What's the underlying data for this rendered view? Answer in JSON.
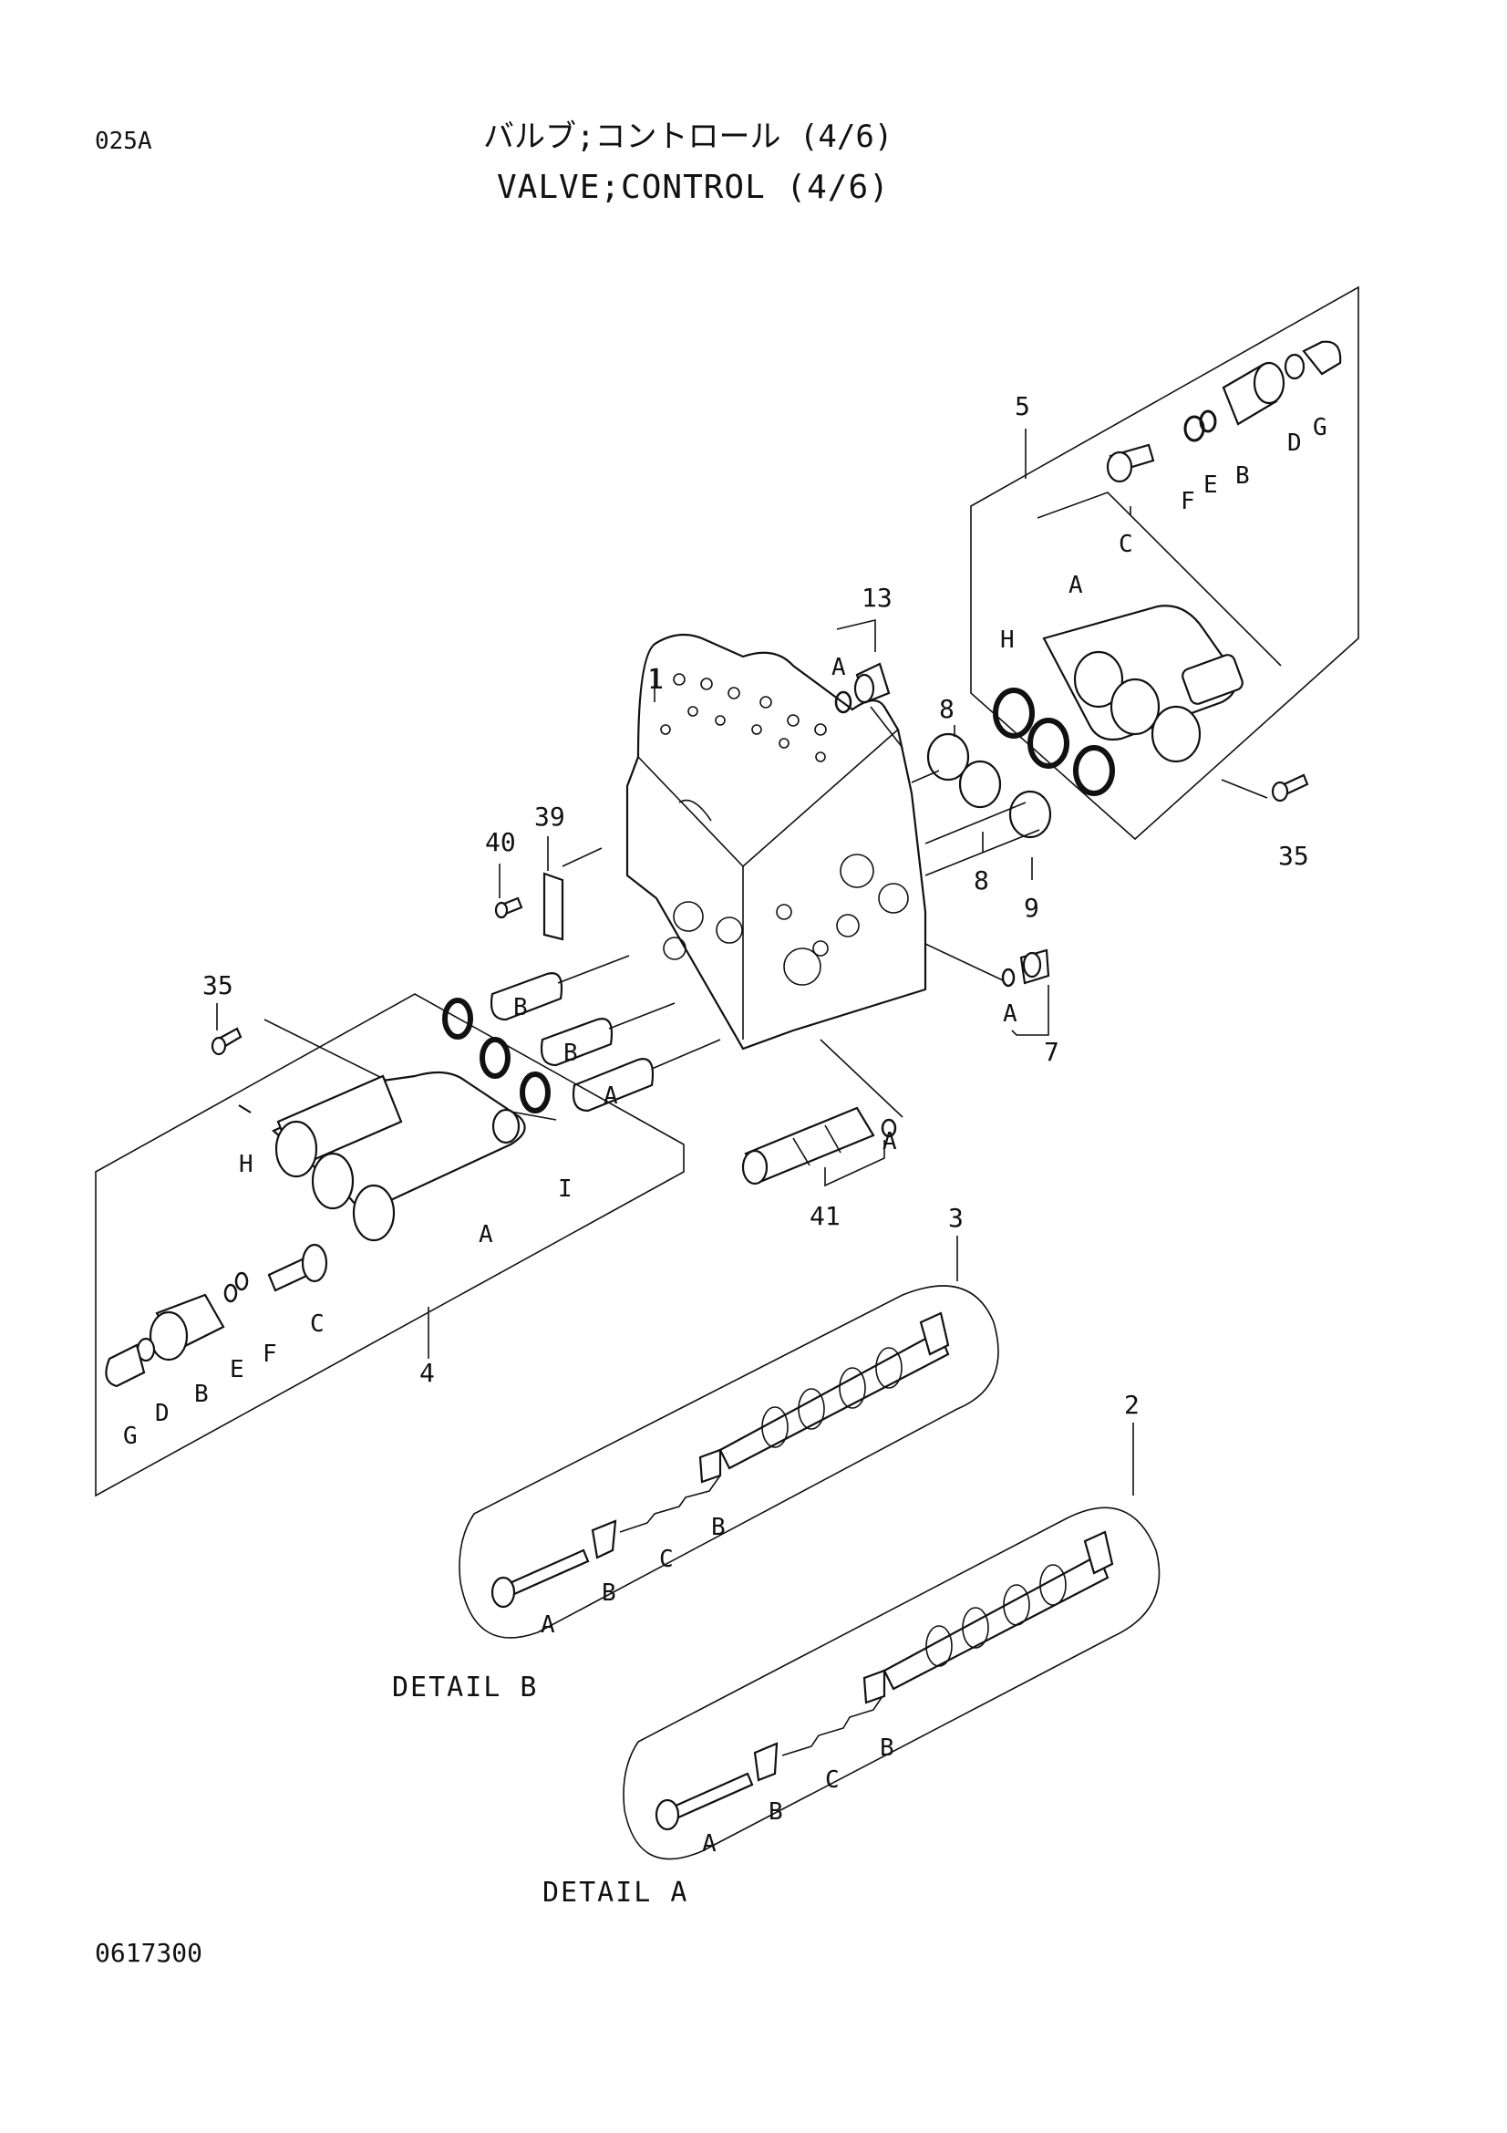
{
  "header": {
    "page_code": "025A",
    "title_jp": "バルブ;コントロール (4/6)",
    "title_en": "VALVE;CONTROL (4/6)"
  },
  "footer": {
    "doc_number": "0617300"
  },
  "callouts": {
    "body": "1",
    "spool_a": "2",
    "spool_b": "3",
    "pilot_cover_left": "4",
    "pilot_cover_right": "5",
    "plug_group_7": "7",
    "plug_group_13": "13",
    "seal_8_upper": "8",
    "seal_8_lower": "8",
    "seal_9": "9",
    "bolt_35_left": "35",
    "bolt_35_right": "35",
    "plate_39": "39",
    "screw_40": "40",
    "relief_valve_41": "41"
  },
  "sub_labels": {
    "A": "A",
    "B": "B",
    "C": "C",
    "D": "D",
    "E": "E",
    "F": "F",
    "G": "G",
    "H": "H",
    "I": "I"
  },
  "details": {
    "detail_b": "DETAIL B",
    "detail_a": "DETAIL A"
  }
}
